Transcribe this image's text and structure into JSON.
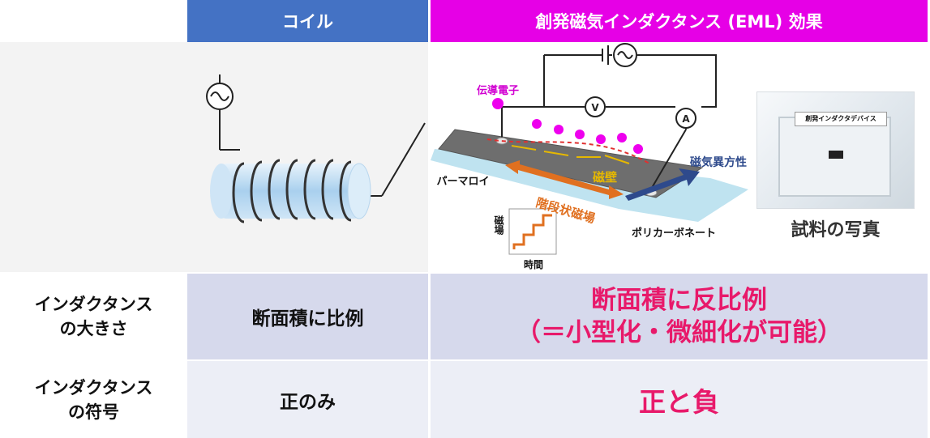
{
  "headers": {
    "coil": "コイル",
    "eml": "創発磁気インダクタンス (EML) 効果"
  },
  "rows": [
    {
      "label_line1": "インダクタンス",
      "label_line2": "の大きさ",
      "coil": "断面積に比例",
      "eml_line1": "断面積に反比例",
      "eml_line2": "（＝小型化・微細化が可能）"
    },
    {
      "label_line1": "インダクタンス",
      "label_line2": "の符号",
      "coil": "正のみ",
      "eml_line1": "正と負"
    }
  ],
  "diagram": {
    "conduction_electron": "伝導電子",
    "permalloy": "パーマロイ",
    "domain_wall": "磁壁",
    "anisotropy": "磁気異方性",
    "stepwise_field": "階段状磁場",
    "polycarbonate": "ポリカーボネート",
    "field_axis": "磁場",
    "time_axis": "時間",
    "voltmeter": "V",
    "ammeter": "A",
    "photo_caption": "試料の写真",
    "device_label": "創発インダクタデバイス"
  },
  "colors": {
    "coil_header": "#4472c4",
    "eml_header": "#e600e6",
    "row_bg": "#d6d9ec",
    "emphasis": "#e8196a",
    "stair": "#e07020"
  }
}
